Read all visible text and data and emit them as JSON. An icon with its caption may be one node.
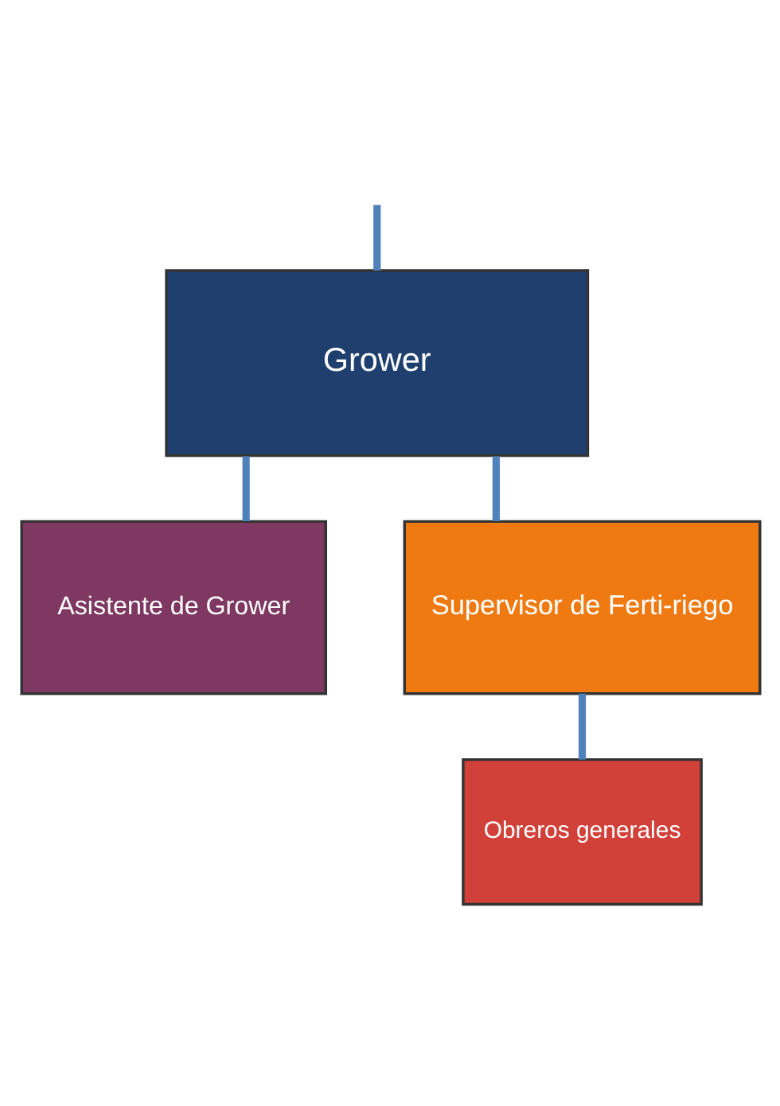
{
  "diagram": {
    "nodes": [
      {
        "text": [
          "Grower"
        ]
      },
      {
        "text": [
          "Asistente de Grower"
        ]
      },
      {
        "text": [
          "Supervisor de Ferti-riego"
        ]
      },
      {
        "text": [
          "Obreros generales"
        ]
      }
    ],
    "edges": [
      {
        "from": null,
        "to": 0,
        "arrow": "none"
      },
      {
        "from": 0,
        "to": 1,
        "arrow": "none"
      },
      {
        "from": 0,
        "to": 2,
        "arrow": "none"
      },
      {
        "from": 2,
        "to": 3,
        "arrow": "none"
      }
    ]
  }
}
